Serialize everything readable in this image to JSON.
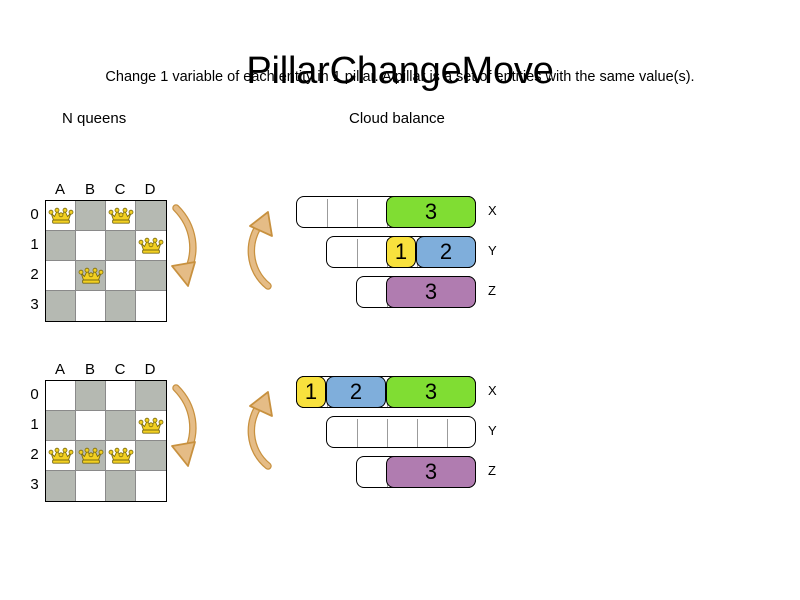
{
  "header": {
    "title": "PillarChangeMove",
    "subtitle": "Change 1 variable of each entity in 1 pillar. A pillar is a set of entities with the same value(s)."
  },
  "sections": {
    "nqueens_heading": "N queens",
    "cloud_heading": "Cloud balance"
  },
  "colors": {
    "dark_cell": "#b5b9b2",
    "light_cell": "#ffffff",
    "queen_gold": "#f2d021",
    "arrow": "#e5bc86",
    "arrow_outline": "#c8913f",
    "green": "#80dd33",
    "yellow": "#f8e13d",
    "blue": "#7faedb",
    "purple": "#b07cb0"
  },
  "nqueens": {
    "column_labels": [
      "A",
      "B",
      "C",
      "D"
    ],
    "row_labels": [
      "0",
      "1",
      "2",
      "3"
    ],
    "boards": [
      {
        "name": "before",
        "queens": [
          {
            "col": 0,
            "row": 0
          },
          {
            "col": 2,
            "row": 0
          },
          {
            "col": 3,
            "row": 1
          },
          {
            "col": 1,
            "row": 2
          }
        ]
      },
      {
        "name": "after",
        "queens": [
          {
            "col": 3,
            "row": 1
          },
          {
            "col": 0,
            "row": 2
          },
          {
            "col": 1,
            "row": 2
          },
          {
            "col": 2,
            "row": 2
          }
        ]
      }
    ]
  },
  "cloud_balance": {
    "segment_width": 30,
    "states": [
      {
        "name": "before",
        "rows": [
          {
            "label": "X",
            "total_segments": 6,
            "empty_segments": 3,
            "items": [
              {
                "value": "3",
                "span": 3,
                "color": "#80dd33"
              }
            ]
          },
          {
            "label": "Y",
            "total_segments": 5,
            "empty_segments": 2,
            "items": [
              {
                "value": "1",
                "span": 1,
                "color": "#f8e13d"
              },
              {
                "value": "2",
                "span": 2,
                "color": "#7faedb"
              }
            ]
          },
          {
            "label": "Z",
            "total_segments": 4,
            "empty_segments": 1,
            "items": [
              {
                "value": "3",
                "span": 3,
                "color": "#b07cb0"
              }
            ]
          }
        ]
      },
      {
        "name": "after",
        "rows": [
          {
            "label": "X",
            "total_segments": 6,
            "empty_segments": 0,
            "items": [
              {
                "value": "1",
                "span": 1,
                "color": "#f8e13d"
              },
              {
                "value": "2",
                "span": 2,
                "color": "#7faedb"
              },
              {
                "value": "3",
                "span": 3,
                "color": "#80dd33"
              }
            ]
          },
          {
            "label": "Y",
            "total_segments": 5,
            "empty_segments": 5,
            "items": []
          },
          {
            "label": "Z",
            "total_segments": 4,
            "empty_segments": 1,
            "items": [
              {
                "value": "3",
                "span": 3,
                "color": "#b07cb0"
              }
            ]
          }
        ]
      }
    ]
  }
}
